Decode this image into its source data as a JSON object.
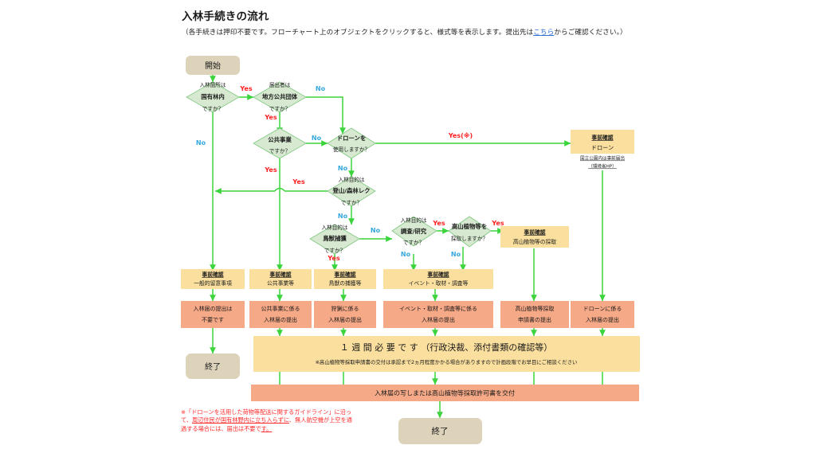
{
  "page": {
    "title": "入林手続きの流れ",
    "subnote_pre": "（各手続きは押印不要です。フローチャート上のオブジェクトをクリックすると、様式等を表示します。提出先は",
    "subnote_link": "こちら",
    "subnote_post": "からご確認ください。）",
    "background": "#f2f2f2",
    "sheet_color": "#ffffff"
  },
  "colors": {
    "terminator_fill": "#ddd3bb",
    "decision_fill": "#d7ead1",
    "decision_stroke": "#7ec87e",
    "preconfirm_fill": "#fadf9e",
    "preconfirm_stroke": "#e8c870",
    "submission_fill": "#f6a987",
    "submission_stroke": "#ef9470",
    "connector": "#3cd43c",
    "yes_label": "#ff2020",
    "no_label": "#35a8e0",
    "link": "#2b6fd4",
    "footnote": "#ff2a2a"
  },
  "terminators": [
    {
      "id": "start",
      "label": "開始"
    },
    {
      "id": "end_left",
      "label": "終了"
    },
    {
      "id": "end_bottom",
      "label": "終了"
    }
  ],
  "decisions": [
    {
      "id": "d_kokuyu",
      "line1": "入林箇所は",
      "line2": "国有林内",
      "line3": "ですか？"
    },
    {
      "id": "d_todoke",
      "line1": "届出者は",
      "line2": "地方公共団体",
      "line3": "ですか？"
    },
    {
      "id": "d_kokyo",
      "line1": "",
      "line2": "公共事業",
      "line3": "ですか？"
    },
    {
      "id": "d_drone",
      "line1": "",
      "line2": "ドローンを",
      "line3": "使用しますか？"
    },
    {
      "id": "d_tozan",
      "line1": "入林目的は",
      "line2": "登山/森林レク",
      "line3": "ですか？"
    },
    {
      "id": "d_choju",
      "line1": "入林目的は",
      "line2": "鳥獣捕獲",
      "line3": "ですか？"
    },
    {
      "id": "d_chosa",
      "line1": "入林目的は",
      "line2": "調査/研究",
      "line3": "ですか？"
    },
    {
      "id": "d_kouzan",
      "line1": "",
      "line2": "高山植物等を",
      "line3": "採取しますか？"
    }
  ],
  "preconfirm_boxes": [
    {
      "id": "p_ippan",
      "heading": "事前確認",
      "body": "一般的留意事項"
    },
    {
      "id": "p_kokyo",
      "heading": "事前確認",
      "body": "公共事業等"
    },
    {
      "id": "p_choju",
      "heading": "事前確認",
      "body": "鳥獣の捕獲等"
    },
    {
      "id": "p_event",
      "heading": "事前確認",
      "body": "イベント・取材・調査等"
    },
    {
      "id": "p_kouzan",
      "heading": "事前確認",
      "body": "高山植物等の採取"
    },
    {
      "id": "p_drone",
      "heading": "事前確認",
      "body": "ドローン",
      "subnote": "国立公園内は事前届出",
      "sublink": "（環境省HP）"
    }
  ],
  "submission_boxes": [
    {
      "id": "s_fuyou",
      "line1": "入林届の提出は",
      "line2": "不要です"
    },
    {
      "id": "s_kokyo",
      "line1": "公共事業に係る",
      "line2": "入林届の提出"
    },
    {
      "id": "s_shuryo",
      "line1": "狩猟に係る",
      "line2": "入林届の提出"
    },
    {
      "id": "s_event",
      "line1": "イベント・取材・調査等に係る",
      "line2": "入林届の提出"
    },
    {
      "id": "s_kouzan",
      "line1": "高山植物等採取",
      "line2": "申請書の提出"
    },
    {
      "id": "s_drone",
      "line1": "ドローンに係る",
      "line2": "入林届の提出"
    }
  ],
  "wide_notice": {
    "headline": "１ 週 間 必 要 で す （行政決裁、添付書類の確認等）",
    "subline": "※高山植物等採取申請書の交付は承認まで2ヵ月程度かかる場合がありますので計画段階でお早目にご相談ください"
  },
  "issue_bar": {
    "label": "入林届の写しまたは高山植物等採取許可書を交付"
  },
  "edge_labels": {
    "yes": "Yes",
    "no": "No",
    "yes_note": "Yes(※)"
  },
  "footnote": {
    "line1_pre": "※「ドローンを活用した荷物等配送に関するガイドライン」に沿って、",
    "line1_link": "周辺住民が",
    "line2_link": "国有林野内に立ち入らずに",
    "line2_mid": "、無人航空機が上空を通過する場合には、届出は不要で",
    "line3": "す。"
  }
}
